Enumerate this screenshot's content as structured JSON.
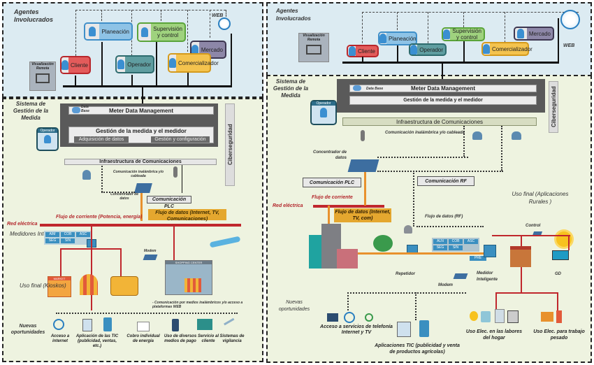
{
  "left": {
    "agents_title": "Agentes Involucrados",
    "web_label": "WEB",
    "remote_label": "Visualización Remota",
    "agents": [
      {
        "label": "Planeación",
        "color": "#8ec3e6",
        "border": "#3f8fc9"
      },
      {
        "label": "Supervisión y control",
        "color": "#9fd27e",
        "border": "#5aa43a"
      },
      {
        "label": "Cliente",
        "color": "#e35b5b",
        "border": "#b8262b"
      },
      {
        "label": "Operador",
        "color": "#5f9da0",
        "border": "#2d6b6e"
      },
      {
        "label": "Comercializador",
        "color": "#f4c34e",
        "border": "#d49a1c"
      },
      {
        "label": "Mercado",
        "color": "#8d87a8",
        "border": "#3c3650"
      }
    ],
    "system_title": "Sistema de Gestión de la Medida",
    "mdm": "Meter Data Management",
    "database": "Data Base",
    "gestion": "Gestión de la medida y el medidor",
    "adquisicion": "Adquisición de datos",
    "configuracion": "Gestión y configuración",
    "operador": "Operador",
    "infra": "Infraestructura de Comunicaciones",
    "cyber": "Ciberseguridad",
    "wireless": "Comunicación inalámbrica y/o cableada",
    "concentrator": "Concentrador de datos",
    "plc": "Comunicación PLC",
    "current_flow": "Flujo de corriente (Potencia, energía)",
    "data_flow": "Flujo de datos (Internet, TV, Comunicaciones)",
    "grid": "Red eléctrica",
    "meters": "Medidores Inteligentes",
    "meter_cells": [
      "AIM",
      "COB",
      "ASC",
      "SEG",
      "SIN",
      ""
    ],
    "modem": "Modem",
    "shopping": "SHOPPING CENTER",
    "market": "MARKET",
    "end_use": "Uso final (Kioskos)",
    "comm_note": "- Comunicación por medios inalámbricos y/o acceso a plataformas WEB",
    "new_opps": "Nuevas oportunidades",
    "opportunities": [
      "Acceso a internet",
      "Aplicación de las TIC (publicidad, ventas, etc.)",
      "Cobro individual de energía",
      "Uso de diversos medios de pago",
      "Servicio al cliente",
      "Sistemas de vigilancia"
    ]
  },
  "right": {
    "agents_title": "Agentes Involucrados",
    "web_label": "WEB",
    "remote_label": "Visualización Remota",
    "agents": [
      {
        "label": "Planeación",
        "color": "#8ec3e6",
        "border": "#3f8fc9"
      },
      {
        "label": "Supervisión y control",
        "color": "#9fd27e",
        "border": "#5aa43a"
      },
      {
        "label": "Mercado",
        "color": "#8d87a8",
        "border": "#3c3650"
      },
      {
        "label": "Cliente",
        "color": "#e35b5b",
        "border": "#b8262b"
      },
      {
        "label": "Operador",
        "color": "#5f9da0",
        "border": "#2d6b6e"
      },
      {
        "label": "Comercializador",
        "color": "#f4c34e",
        "border": "#d49a1c"
      }
    ],
    "system_title": "Sistema de Gestión de la Medida",
    "database": "Data Base",
    "mdm": "Meter Data Management",
    "gestion": "Gestión de la medida y el medidor",
    "operador": "Operador",
    "infra": "Infraestructura de Comunicaciones",
    "cyber": "Ciberseguridad",
    "wireless": "Comunicación inalámbrica y/o cableada",
    "concentrator": "Concentrador de datos",
    "plc": "Comunicación PLC",
    "rf": "Comunicación RF",
    "current_flow": "Flujo de corriente",
    "grid": "Red eléctrica",
    "data_flow": "Flujo de datos (Internet, TV, com)",
    "rf_flow": "Flujo de datos (RF)",
    "end_use": "Uso final (Aplicaciones Rurales )",
    "control": "Control",
    "meter_cells": [
      "ALN",
      "COB",
      "ASC",
      "SEG",
      "SIN",
      "PRE"
    ],
    "repeater": "Repetidor",
    "smart_meter": "Medidor Inteligente",
    "gd": "GD",
    "modem": "Modem",
    "new_opps": "Nuevas oportunidades",
    "opportunities": [
      "Acceso a servicios de telefonía Internet y TV",
      "Aplicaciones TIC (publicidad y venta de productos agrícolas)",
      "Uso Elec. en las labores del hogar",
      "Uso Elec. para trabajo pesado"
    ]
  }
}
